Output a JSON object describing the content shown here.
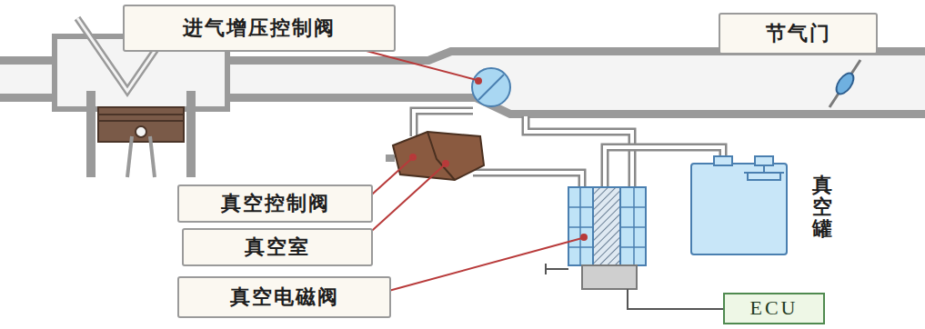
{
  "diagram": {
    "nodes": [
      {
        "text": [
          "进气增压控制阀"
        ]
      },
      {
        "text": [
          "节气门"
        ]
      },
      {
        "text": [
          "真空控制阀"
        ]
      },
      {
        "text": [
          "真空室"
        ]
      },
      {
        "text": [
          "真空电磁阀"
        ]
      },
      {
        "text": [
          "ECU"
        ]
      }
    ],
    "labels": [
      "真空罐"
    ]
  }
}
